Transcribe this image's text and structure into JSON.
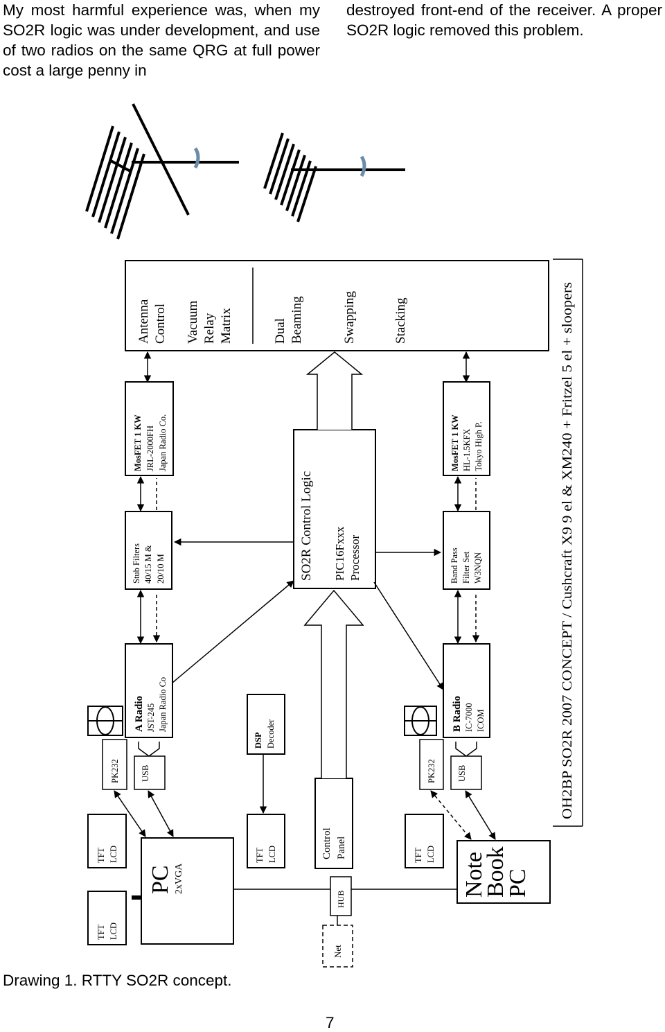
{
  "text": {
    "left_column": "My most harmful experience was, when my SO2R logic was under development, and use of two radios on the same QRG at full power cost a large penny in",
    "right_column": "destroyed front-end of the receiver. A proper SO2R logic removed this problem."
  },
  "diagram": {
    "antenna_control": {
      "line1": "Antenna",
      "line2": "Control"
    },
    "vacuum": [
      "Vacuum",
      "Relay",
      "Matrix"
    ],
    "dual_beaming": [
      "Dual",
      "Beaming"
    ],
    "swapping": "Swapping",
    "stacking": "Stacking",
    "amp_a": [
      "MosFET 1 KW",
      "JRL-2000FH",
      "Japan Radio Co."
    ],
    "amp_b": [
      "MosFET 1 KW",
      "HL-1.5KFX",
      "Tokyo High P."
    ],
    "so2r": [
      "SO2R Control Logic",
      "PIC16Fxxx",
      "Processor"
    ],
    "stub_filters": [
      "Stub Filters",
      "40/15 M &",
      "20/10 M"
    ],
    "bandpass": [
      "Band Pass",
      "Filter Set",
      "W3NQN"
    ],
    "radio_a": [
      "A Radio",
      "JST-245",
      "Japan Radio Co"
    ],
    "radio_b": [
      "B Radio",
      "IC-7000",
      "ICOM"
    ],
    "dsp": [
      "DSP",
      "Decoder"
    ],
    "pk232": "PK232",
    "usb": "USB",
    "tft_lcd": [
      "TFT",
      "LCD"
    ],
    "pc": [
      "PC",
      "2xVGA"
    ],
    "control_panel": [
      "Control",
      "Panel"
    ],
    "hub": "HUB",
    "net": "Net",
    "notebook": [
      "Note",
      "Book",
      "PC"
    ],
    "concept": "OH2BP  SO2R 2007 CONCEPT  /  Cushcraft X9 9 el & XM240 + Fritzel 5 el + sloopers"
  },
  "caption": "Drawing 1. RTTY SO2R concept.",
  "page_number": "7"
}
